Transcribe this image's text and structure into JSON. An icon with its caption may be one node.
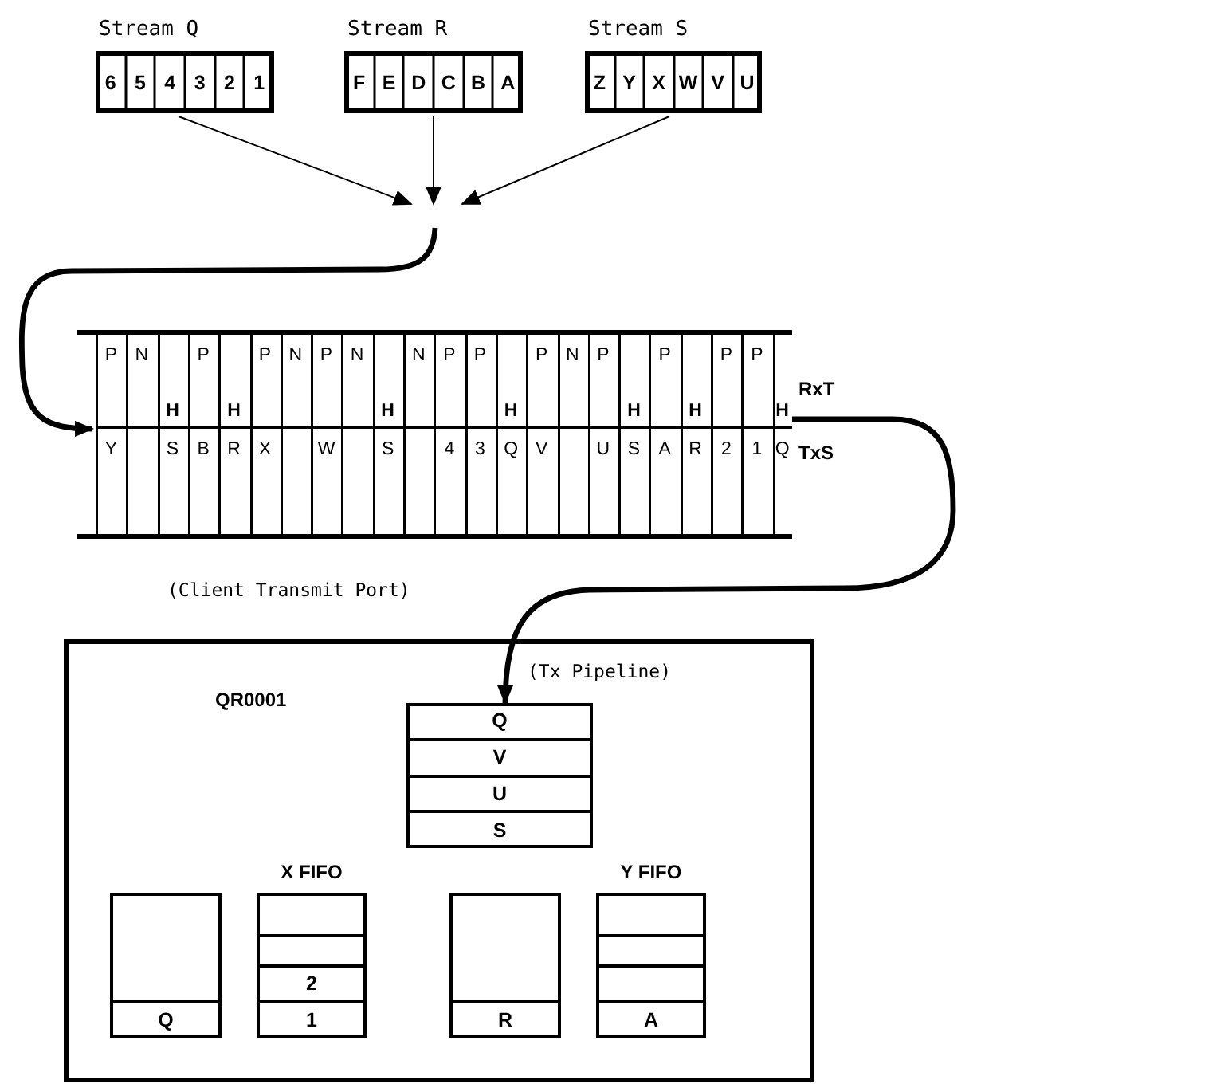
{
  "diagram": {
    "nodes": [
      {
        "text": [
          "Stream Q"
        ]
      },
      {
        "text": [
          "6"
        ],
        "in": 0
      },
      {
        "text": [
          "5"
        ],
        "in": 0
      },
      {
        "text": [
          "4"
        ],
        "in": 0
      },
      {
        "text": [
          "3"
        ],
        "in": 0
      },
      {
        "text": [
          "2"
        ],
        "in": 0
      },
      {
        "text": [
          "1"
        ],
        "in": 0
      },
      {
        "text": [
          "Stream R"
        ]
      },
      {
        "text": [
          "F"
        ],
        "in": 7
      },
      {
        "text": [
          "E"
        ],
        "in": 7
      },
      {
        "text": [
          "D"
        ],
        "in": 7
      },
      {
        "text": [
          "C"
        ],
        "in": 7
      },
      {
        "text": [
          "B"
        ],
        "in": 7
      },
      {
        "text": [
          "A"
        ],
        "in": 7
      },
      {
        "text": [
          "Stream S"
        ]
      },
      {
        "text": [
          "Z"
        ],
        "in": 14
      },
      {
        "text": [
          "Y"
        ],
        "in": 14
      },
      {
        "text": [
          "X"
        ],
        "in": 14
      },
      {
        "text": [
          "W"
        ],
        "in": 14
      },
      {
        "text": [
          "V"
        ],
        "in": 14
      },
      {
        "text": [
          "U"
        ],
        "in": 14
      },
      {
        "text": [
          "(Client Transmit Port)"
        ]
      },
      {
        "text": [
          "RxT"
        ],
        "in": 21
      },
      {
        "text": [
          "P"
        ],
        "in": 22
      },
      {
        "text": [
          "N"
        ],
        "in": 22
      },
      {
        "text": [
          "H"
        ],
        "in": 22
      },
      {
        "text": [
          "P"
        ],
        "in": 22
      },
      {
        "text": [
          "H"
        ],
        "in": 22
      },
      {
        "text": [
          "P"
        ],
        "in": 22
      },
      {
        "text": [
          "N"
        ],
        "in": 22
      },
      {
        "text": [
          "P"
        ],
        "in": 22
      },
      {
        "text": [
          "N"
        ],
        "in": 22
      },
      {
        "text": [
          "H"
        ],
        "in": 22
      },
      {
        "text": [
          "N"
        ],
        "in": 22
      },
      {
        "text": [
          "P"
        ],
        "in": 22
      },
      {
        "text": [
          "P"
        ],
        "in": 22
      },
      {
        "text": [
          "H"
        ],
        "in": 22
      },
      {
        "text": [
          "P"
        ],
        "in": 22
      },
      {
        "text": [
          "N"
        ],
        "in": 22
      },
      {
        "text": [
          "P"
        ],
        "in": 22
      },
      {
        "text": [
          "H"
        ],
        "in": 22
      },
      {
        "text": [
          "P"
        ],
        "in": 22
      },
      {
        "text": [
          "H"
        ],
        "in": 22
      },
      {
        "text": [
          "P"
        ],
        "in": 22
      },
      {
        "text": [
          "P"
        ],
        "in": 22
      },
      {
        "text": [
          "H"
        ],
        "in": 22
      },
      {
        "text": [
          "TxS"
        ],
        "in": 21
      },
      {
        "text": [
          "Y"
        ],
        "in": 46
      },
      {
        "text": [],
        "shape": "box",
        "in": 46
      },
      {
        "text": [
          "S"
        ],
        "in": 46
      },
      {
        "text": [
          "B"
        ],
        "in": 46
      },
      {
        "text": [
          "R"
        ],
        "in": 46
      },
      {
        "text": [
          "X"
        ],
        "in": 46
      },
      {
        "text": [],
        "shape": "box",
        "in": 46
      },
      {
        "text": [
          "W"
        ],
        "in": 46
      },
      {
        "text": [],
        "shape": "box",
        "in": 46
      },
      {
        "text": [
          "S"
        ],
        "in": 46
      },
      {
        "text": [],
        "shape": "box",
        "in": 46
      },
      {
        "text": [
          "4"
        ],
        "in": 46
      },
      {
        "text": [
          "3"
        ],
        "in": 46
      },
      {
        "text": [
          "Q"
        ],
        "in": 46
      },
      {
        "text": [
          "V"
        ],
        "in": 46
      },
      {
        "text": [],
        "shape": "box",
        "in": 46
      },
      {
        "text": [
          "U"
        ],
        "in": 46
      },
      {
        "text": [
          "S"
        ],
        "in": 46
      },
      {
        "text": [
          "A"
        ],
        "in": 46
      },
      {
        "text": [
          "R"
        ],
        "in": 46
      },
      {
        "text": [
          "2"
        ],
        "in": 46
      },
      {
        "text": [
          "1"
        ],
        "in": 46
      },
      {
        "text": [
          "Q"
        ],
        "in": 46
      },
      {
        "text": [
          "QR0001"
        ]
      },
      {
        "text": [
          "(Tx Pipeline)"
        ],
        "in": 70
      },
      {
        "text": [
          "Q"
        ],
        "in": 71
      },
      {
        "text": [
          "V"
        ],
        "in": 71
      },
      {
        "text": [
          "U"
        ],
        "in": 71
      },
      {
        "text": [
          "S"
        ],
        "in": 71
      },
      {
        "text": [],
        "shape": "box",
        "in": 70
      },
      {
        "text": [],
        "shape": "box",
        "in": 76
      },
      {
        "text": [
          "Q"
        ],
        "in": 76
      },
      {
        "text": [
          "X FIFO"
        ],
        "in": 70
      },
      {
        "text": [],
        "shape": "box",
        "in": 79
      },
      {
        "text": [],
        "shape": "box",
        "in": 79
      },
      {
        "text": [
          "2"
        ],
        "in": 79
      },
      {
        "text": [
          "1"
        ],
        "in": 79
      },
      {
        "text": [],
        "shape": "box",
        "in": 70
      },
      {
        "text": [],
        "shape": "box",
        "in": 84
      },
      {
        "text": [
          "R"
        ],
        "in": 84
      },
      {
        "text": [
          "Y FIFO"
        ],
        "in": 70
      },
      {
        "text": [],
        "shape": "box",
        "in": 87
      },
      {
        "text": [],
        "shape": "box",
        "in": 87
      },
      {
        "text": [],
        "shape": "box",
        "in": 87
      },
      {
        "text": [
          "A"
        ],
        "in": 87
      }
    ],
    "edges": [
      {
        "from": 0,
        "to": null,
        "arrow": "to"
      },
      {
        "from": 7,
        "to": null,
        "arrow": "to"
      },
      {
        "from": 14,
        "to": null,
        "arrow": "to"
      },
      {
        "from": null,
        "to": 21,
        "arrow": "to",
        "style": "thick"
      },
      {
        "from": 21,
        "to": 71,
        "arrow": "to",
        "style": "thick"
      }
    ]
  }
}
